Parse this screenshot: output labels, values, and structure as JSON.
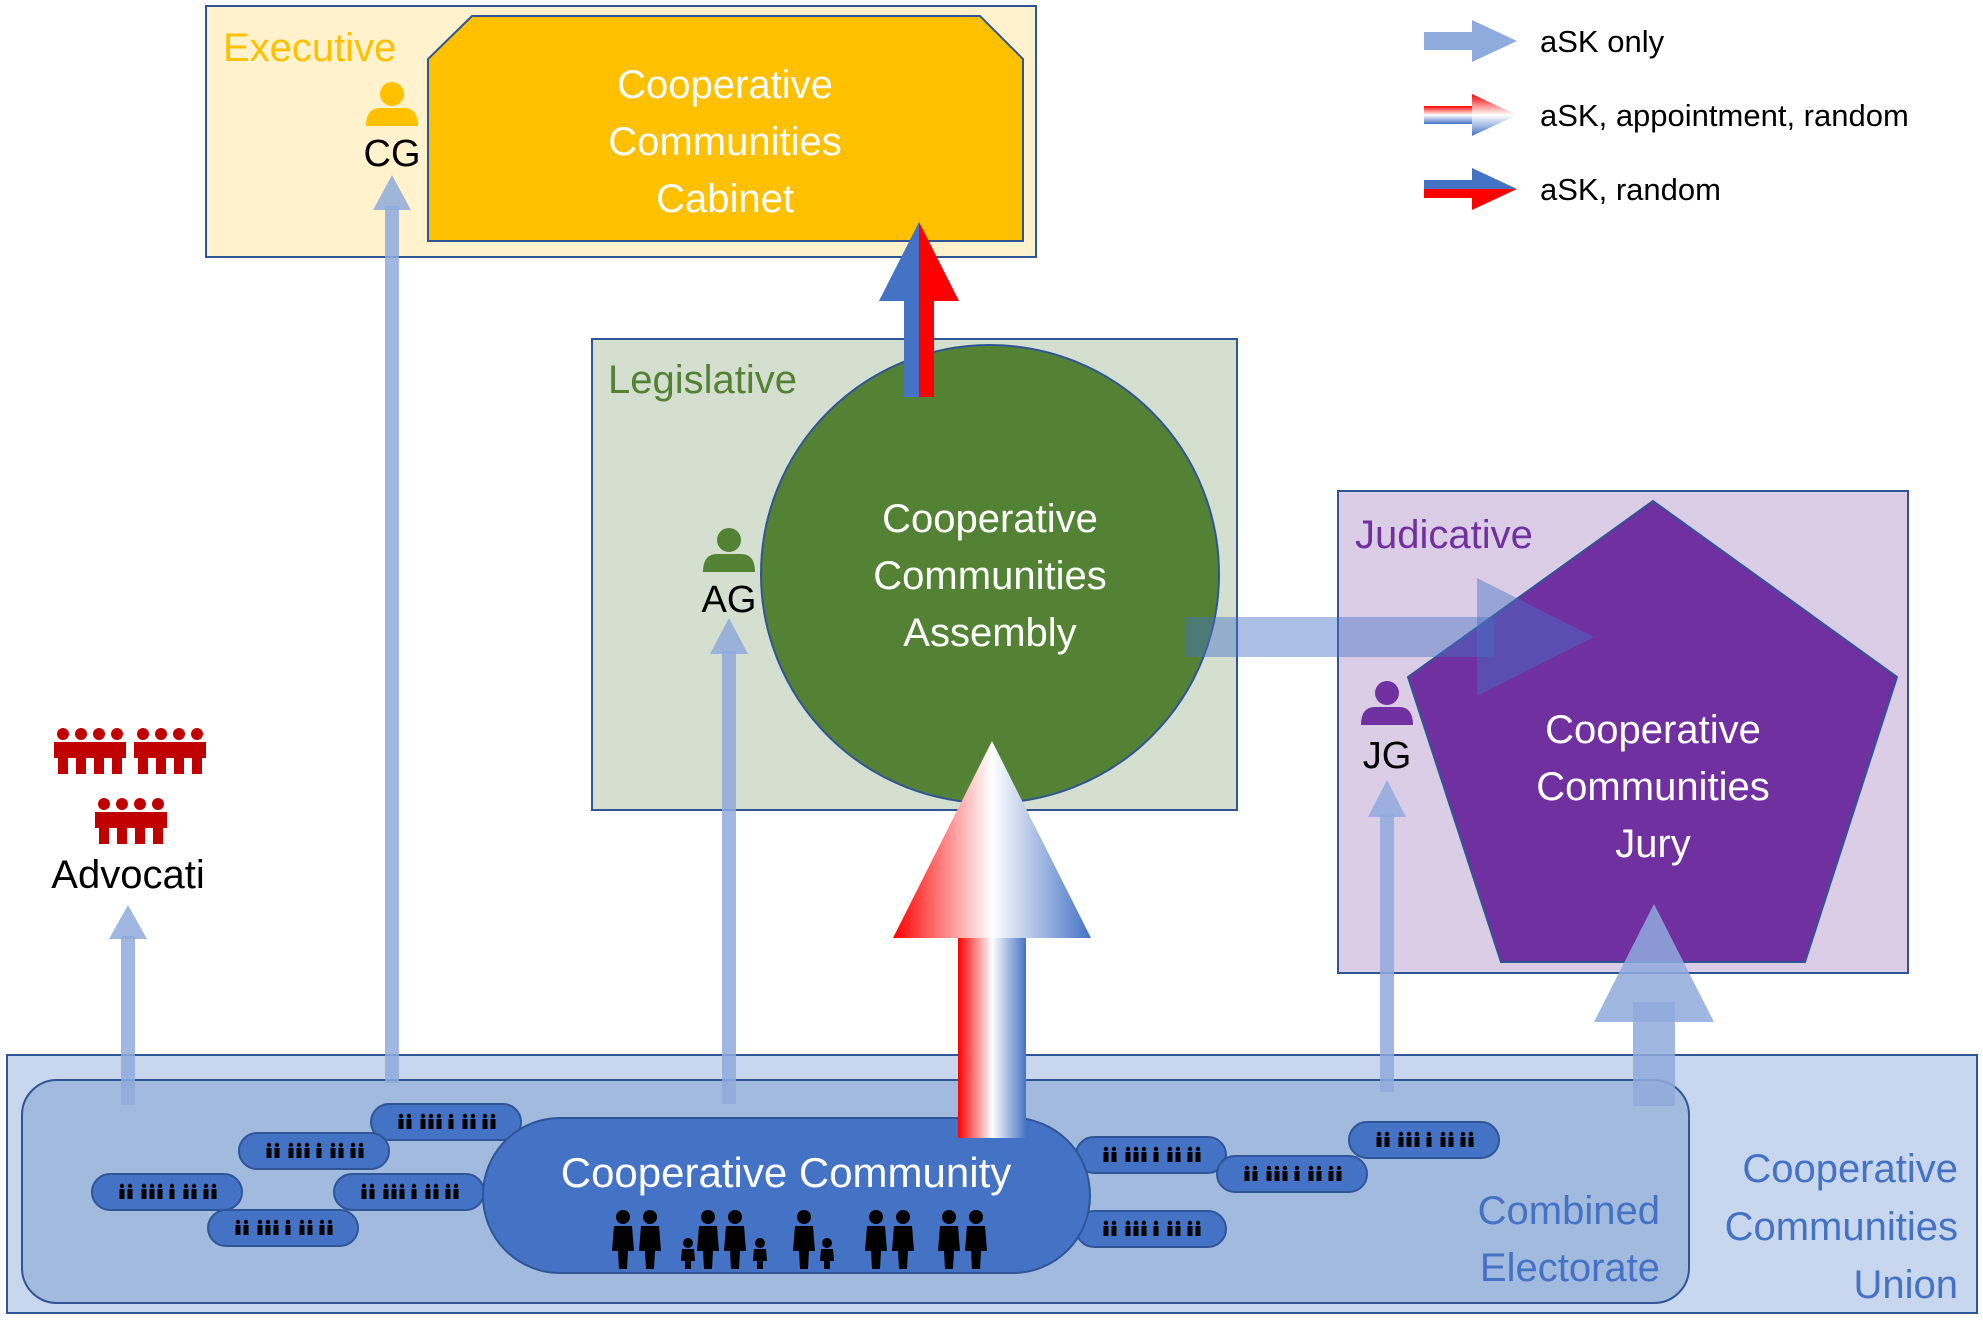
{
  "legend": {
    "items": [
      {
        "label": "aSK only",
        "style": "plain"
      },
      {
        "label": "aSK, appointment, random",
        "style": "gradient-red-white-blue"
      },
      {
        "label": "aSK, random",
        "style": "split-blue-red"
      }
    ]
  },
  "executive": {
    "label": "Executive",
    "body": [
      "Cooperative",
      "Communities",
      "Cabinet"
    ],
    "officer": "CG"
  },
  "legislative": {
    "label": "Legislative",
    "body": [
      "Cooperative",
      "Communities",
      "Assembly"
    ],
    "officer": "AG"
  },
  "judicative": {
    "label": "Judicative",
    "body": [
      "Cooperative",
      "Communities",
      "Jury"
    ],
    "officer": "JG"
  },
  "advocati": {
    "label": "Advocati"
  },
  "union": {
    "label": [
      "Cooperative",
      "Communities",
      "Union"
    ],
    "electorate": [
      "Combined",
      "Electorate"
    ]
  },
  "community": {
    "label": "Cooperative Community"
  },
  "colors": {
    "executive_panel": "#FFF2CC",
    "executive_body": "#FFC000",
    "executive_text": "#FFC000",
    "legislative_panel": "#D5DFCF",
    "legislative_body": "#548235",
    "legislative_text": "#548235",
    "judicative_panel": "#DCCDE6",
    "judicative_body": "#7030A0",
    "judicative_text": "#7030A0",
    "union_panel": "#C9D7EE",
    "electorate_panel": "#A3BADF",
    "community_fill": "#4472C4",
    "union_text": "#4472C4",
    "arrow_blue": "#8FAADC",
    "advocati_red": "#C00000"
  }
}
